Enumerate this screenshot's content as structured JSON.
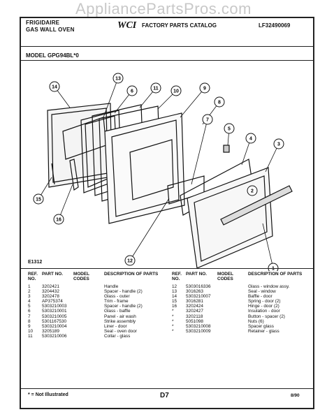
{
  "watermark": "AppliancePartsPros.com",
  "header": {
    "brand_line1": "FRIGIDAIRE",
    "brand_line2": "GAS WALL OVEN",
    "logo": "WCI",
    "catalog_title": "FACTORY PARTS CATALOG",
    "catalog_number": "LF32490069"
  },
  "model": "MODEL GPG94BL*0",
  "diagram": {
    "figure_id": "E1312",
    "callouts": [
      "1",
      "2",
      "3",
      "4",
      "5",
      "6",
      "7",
      "8",
      "9",
      "10",
      "11",
      "12",
      "13",
      "14",
      "15",
      "16"
    ]
  },
  "table": {
    "headers": {
      "ref": "REF. NO.",
      "part": "PART NO.",
      "model": "MODEL CODES",
      "desc": "DESCRIPTION OF PARTS"
    },
    "left_rows": [
      {
        "ref": "1",
        "part": "3202421",
        "model": "",
        "desc": "Handle"
      },
      {
        "ref": "2",
        "part": "3204432",
        "model": "",
        "desc": "Spacer - handle (2)"
      },
      {
        "ref": "3",
        "part": "3202478",
        "model": "",
        "desc": "Glass - outer"
      },
      {
        "ref": "4",
        "part": "AP375374",
        "model": "",
        "desc": "Trim - frame"
      },
      {
        "ref": "5",
        "part": "5303210003",
        "model": "",
        "desc": "Spacer - handle (2)"
      },
      {
        "ref": "6",
        "part": "5303210001",
        "model": "",
        "desc": "Glass - baffle"
      },
      {
        "ref": "7",
        "part": "5303210005",
        "model": "",
        "desc": "Panel - air wash"
      },
      {
        "ref": "8",
        "part": "5301167530",
        "model": "",
        "desc": "Strike assembly"
      },
      {
        "ref": "9",
        "part": "5303210004",
        "model": "",
        "desc": "Liner - door"
      },
      {
        "ref": "10",
        "part": "3205189",
        "model": "",
        "desc": "Seal - oven door"
      },
      {
        "ref": "11",
        "part": "5303210006",
        "model": "",
        "desc": "Collar - glass"
      }
    ],
    "right_rows": [
      {
        "ref": "12",
        "part": "5303016336",
        "model": "",
        "desc": "Glass - window assy."
      },
      {
        "ref": "13",
        "part": "3016263",
        "model": "",
        "desc": "Seal - window"
      },
      {
        "ref": "14",
        "part": "5303210007",
        "model": "",
        "desc": "Baffle - door"
      },
      {
        "ref": "15",
        "part": "3016281",
        "model": "",
        "desc": "Spring - door (2)"
      },
      {
        "ref": "16",
        "part": "3202424",
        "model": "",
        "desc": "Hinge - door (2)"
      },
      {
        "ref": "*",
        "part": "3202427",
        "model": "",
        "desc": "Insulation - door"
      },
      {
        "ref": "*",
        "part": "3202118",
        "model": "",
        "desc": "Button - spacer (2)"
      },
      {
        "ref": "*",
        "part": "5051098",
        "model": "",
        "desc": "Nuts (6)"
      },
      {
        "ref": "*",
        "part": "5303210008",
        "model": "",
        "desc": "Spacer glass"
      },
      {
        "ref": "*",
        "part": "5303210009",
        "model": "",
        "desc": "Retainer - glass"
      }
    ]
  },
  "footer": {
    "note": "* = Not Illustrated",
    "page": "D7",
    "date": "8/90"
  }
}
